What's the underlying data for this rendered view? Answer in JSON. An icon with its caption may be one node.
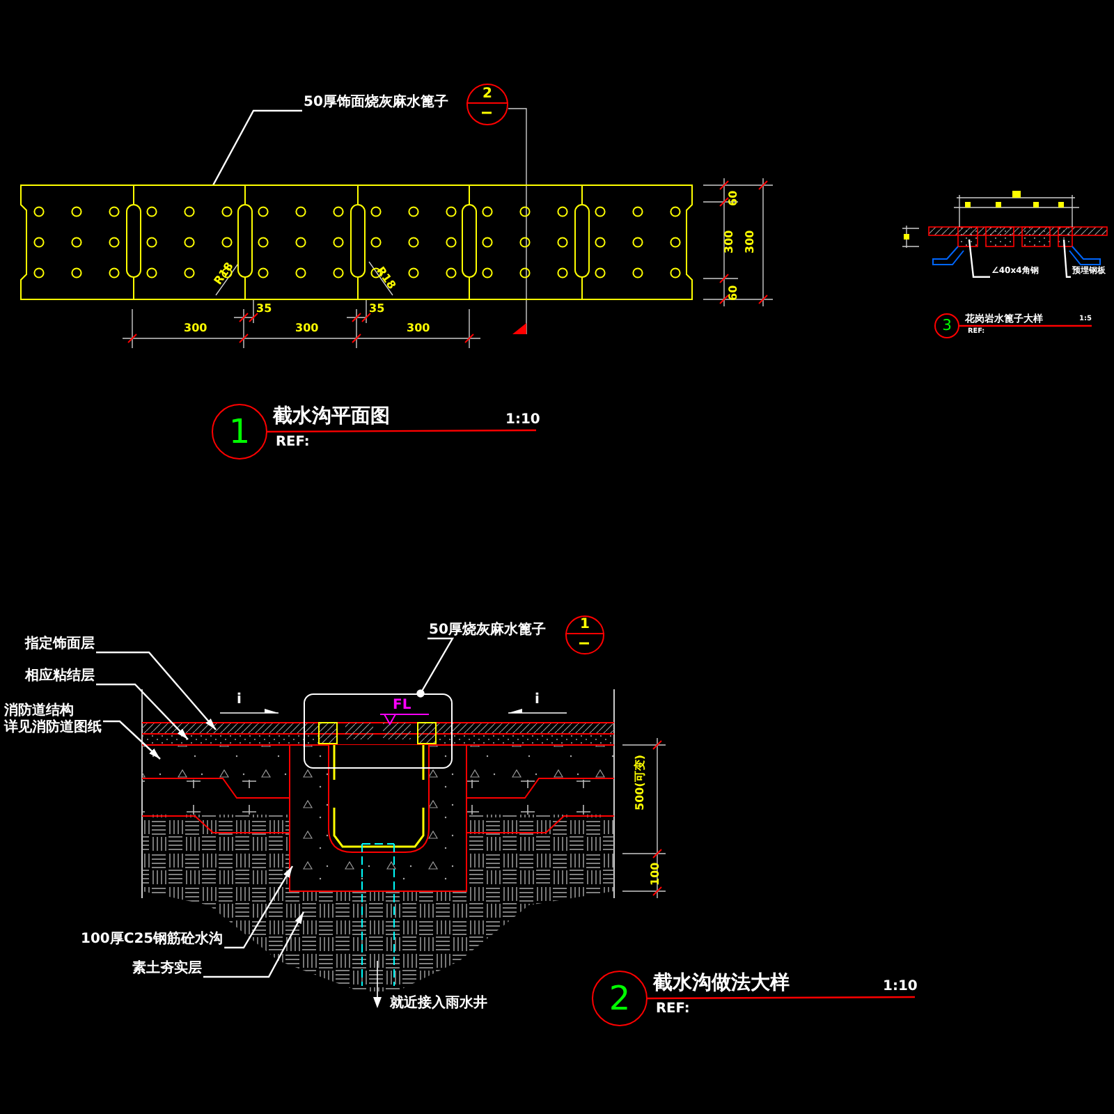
{
  "diagram": {
    "nodes": [
      {
        "text": [
          "50厚饰面烧灰麻水篦子"
        ]
      },
      {
        "text": [],
        "shape": "box"
      },
      {
        "text": [
          "2"
        ]
      },
      {
        "text": [
          "1"
        ],
        "beside": [
          "截水沟平面图",
          "REF:"
        ]
      },
      {
        "text": [
          "∠40x4角钢"
        ]
      },
      {
        "text": [
          "预埋钢板"
        ]
      },
      {
        "text": [
          "3"
        ],
        "beside": [
          "花岗岩水篦子大样",
          "REF:"
        ]
      },
      {
        "text": [
          "指定饰面层"
        ]
      },
      {
        "text": [
          "相应粘结层"
        ]
      },
      {
        "text": [
          "消防道结构",
          "详见消防道图纸"
        ]
      },
      {
        "text": [
          "50厚烧灰麻水篦子"
        ]
      },
      {
        "text": [
          "1"
        ]
      },
      {
        "text": [],
        "shape": "box"
      },
      {
        "text": [
          "100厚C25钢筋砼水沟"
        ]
      },
      {
        "text": [
          "素土夯实层"
        ]
      },
      {
        "text": [
          "2"
        ],
        "beside": [
          "截水沟做法大样",
          "REF:"
        ]
      },
      {
        "text": [
          "1:10"
        ]
      },
      {
        "text": [
          "1:5"
        ]
      },
      {
        "text": [
          "1:10"
        ]
      }
    ],
    "edges": [
      {
        "from": 0,
        "to": 1,
        "arrow": "none"
      },
      {
        "from": 4,
        "to": null,
        "arrow": "none"
      },
      {
        "from": 5,
        "to": null,
        "arrow": "none"
      },
      {
        "from": 7,
        "to": null,
        "arrow": "to"
      },
      {
        "from": 8,
        "to": null,
        "arrow": "to"
      },
      {
        "from": 9,
        "to": null,
        "arrow": "to"
      },
      {
        "from": 10,
        "to": 12,
        "arrow": "other"
      },
      {
        "from": 13,
        "to": null,
        "arrow": "to"
      },
      {
        "from": 14,
        "to": null,
        "arrow": "to"
      },
      {
        "from": 3,
        "to": 16,
        "arrow": "none",
        "color": "#ff0000"
      },
      {
        "from": 6,
        "to": 17,
        "arrow": "none",
        "color": "#ff0000"
      },
      {
        "from": 15,
        "to": 18,
        "arrow": "none",
        "color": "#ff0000"
      }
    ],
    "labels": [
      "300",
      "35",
      "300",
      "35",
      "300",
      "R18",
      "R18",
      "60",
      "300",
      "60",
      "300",
      "i",
      "i",
      "FL",
      "500(可变)",
      "100",
      "就近接入雨水井"
    ]
  }
}
